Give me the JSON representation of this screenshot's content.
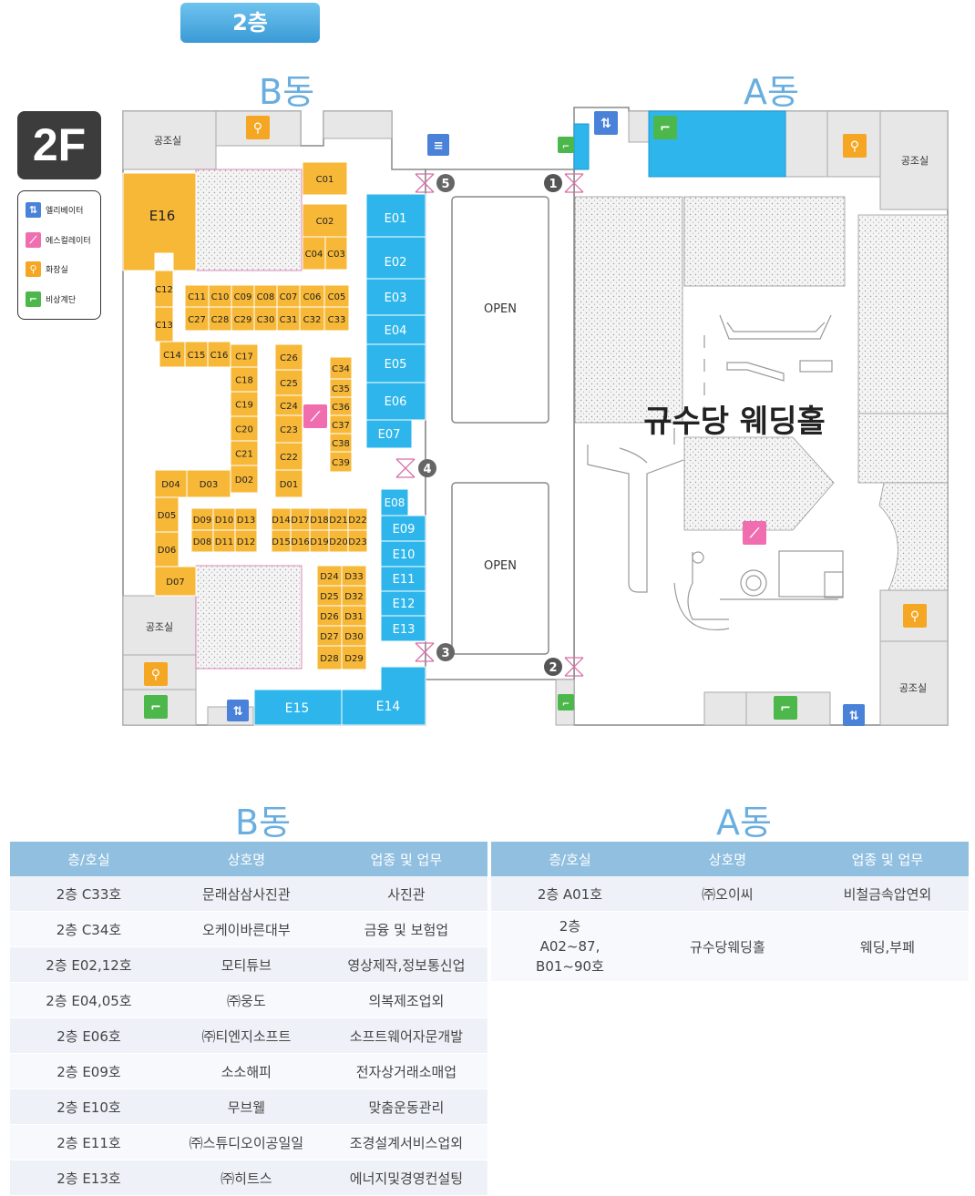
{
  "floor_tab": "2층",
  "floor_badge": "2F",
  "buildings": {
    "b": "B동",
    "a": "A동"
  },
  "legend": [
    {
      "icon": "elevator-icon",
      "label": "엘리베이터",
      "color": "#4a82d9"
    },
    {
      "icon": "escalator-icon",
      "label": "에스컬레이터",
      "color": "#f06eb0"
    },
    {
      "icon": "restroom-icon",
      "label": "화장실",
      "color": "#f5a623"
    },
    {
      "icon": "emergency-stairs-icon",
      "label": "비상계단",
      "color": "#4cb74a"
    }
  ],
  "map_labels": {
    "utility_room": "공조실",
    "open": "OPEN",
    "hall": "규수당 웨딩홀",
    "units": {
      "E16": "E16",
      "E15": "E15",
      "E14": "E14",
      "E01": "E01",
      "E02": "E02",
      "E03": "E03",
      "E04": "E04",
      "E05": "E05",
      "E06": "E06",
      "E07": "E07",
      "E08": "E08",
      "E09": "E09",
      "E10": "E10",
      "E11": "E11",
      "E12": "E12",
      "E13": "E13",
      "C01": "C01",
      "C02": "C02",
      "C03": "C03",
      "C04": "C04",
      "C05": "C05",
      "C06": "C06",
      "C07": "C07",
      "C08": "C08",
      "C09": "C09",
      "C10": "C10",
      "C11": "C11",
      "C12": "C12",
      "C13": "C13",
      "C14": "C14",
      "C15": "C15",
      "C16": "C16",
      "C17": "C17",
      "C18": "C18",
      "C19": "C19",
      "C20": "C20",
      "C21": "C21",
      "C22": "C22",
      "C23": "C23",
      "C24": "C24",
      "C25": "C25",
      "C26": "C26",
      "C27": "C27",
      "C28": "C28",
      "C29": "C29",
      "C30": "C30",
      "C31": "C31",
      "C32": "C32",
      "C33": "C33",
      "C34": "C34",
      "C35": "C35",
      "C36": "C36",
      "C37": "C37",
      "C38": "C38",
      "C39": "C39",
      "D01": "D01",
      "D02": "D02",
      "D03": "D03",
      "D04": "D04",
      "D05": "D05",
      "D06": "D06",
      "D07": "D07",
      "D08": "D08",
      "D09": "D09",
      "D10": "D10",
      "D11": "D11",
      "D12": "D12",
      "D13": "D13",
      "D14": "D14",
      "D15": "D15",
      "D16": "D16",
      "D17": "D17",
      "D18": "D18",
      "D19": "D19",
      "D20": "D20",
      "D21": "D21",
      "D22": "D22",
      "D23": "D23",
      "D24": "D24",
      "D25": "D25",
      "D26": "D26",
      "D27": "D27",
      "D28": "D28",
      "D29": "D29",
      "D30": "D30",
      "D31": "D31",
      "D32": "D32",
      "D33": "D33"
    },
    "entrances": [
      "1",
      "2",
      "3",
      "4",
      "5"
    ]
  },
  "tables": {
    "b": {
      "title": "B동",
      "headers": [
        "층/호실",
        "상호명",
        "업종 및 업무"
      ],
      "rows": [
        [
          "2층 C33호",
          "문래삼삼사진관",
          "사진관"
        ],
        [
          "2층 C34호",
          "오케이바른대부",
          "금융 및 보험업"
        ],
        [
          "2층 E02,12호",
          "모티튜브",
          "영상제작,정보통신업"
        ],
        [
          "2층 E04,05호",
          "㈜웅도",
          "의복제조업외"
        ],
        [
          "2층 E06호",
          "㈜티엔지소프트",
          "소프트웨어자문개발"
        ],
        [
          "2층 E09호",
          "소소해피",
          "전자상거래소매업"
        ],
        [
          "2층 E10호",
          "무브웰",
          "맞춤운동관리"
        ],
        [
          "2층 E11호",
          "㈜스튜디오이공일일",
          "조경설계서비스업외"
        ],
        [
          "2층 E13호",
          "㈜히트스",
          "에너지및경영컨설팅"
        ]
      ]
    },
    "a": {
      "title": "A동",
      "headers": [
        "층/호실",
        "상호명",
        "업종 및 업무"
      ],
      "rows": [
        [
          "2층 A01호",
          "㈜오이씨",
          "비철금속압연외"
        ],
        [
          "2층 A02~87, B01~90호",
          "규수당웨딩홀",
          "웨딩,부페"
        ]
      ]
    }
  }
}
